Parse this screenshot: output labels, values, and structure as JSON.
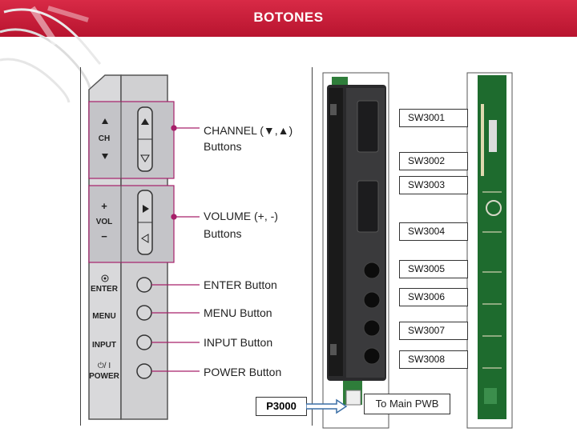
{
  "title": "BOTONES",
  "remote_panel": {
    "ch_label": "CH",
    "vol_label": "VOL",
    "vol_plus": "+",
    "vol_minus": "−",
    "enter": "ENTER",
    "menu": "MENU",
    "input": "INPUT",
    "power_symbol": "⏻/ I",
    "power": "POWER"
  },
  "callouts": {
    "channel_line1": "CHANNEL (▼,▲)",
    "channel_line2": "Buttons",
    "volume_line1": "VOLUME (+, -)",
    "volume_line2": "Buttons",
    "enter": "ENTER Button",
    "menu": "MENU Button",
    "input": "INPUT Button",
    "power": "POWER Button"
  },
  "switches": [
    "SW3001",
    "SW3002",
    "SW3003",
    "SW3004",
    "SW3005",
    "SW3006",
    "SW3007",
    "SW3008"
  ],
  "connector_label": "P3000",
  "to_main_label": "To Main PWB",
  "colors": {
    "header": "#c41e3a",
    "callout": "#a6206a",
    "highlight": "#c8c8cc",
    "pcb_green": "#1e6b2e"
  }
}
